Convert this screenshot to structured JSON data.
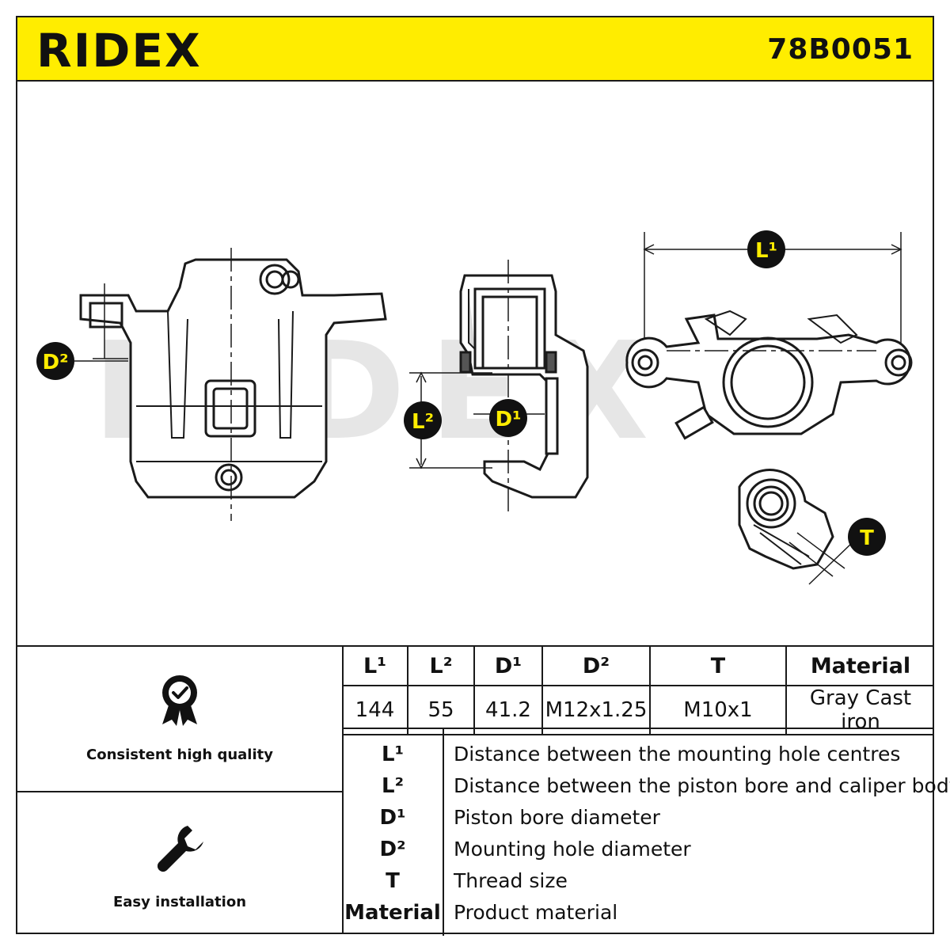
{
  "header": {
    "brand": "RIDEX",
    "part_number": "78B0051"
  },
  "colors": {
    "accent": "#ffed00",
    "line": "#1a1a1a",
    "watermark": "#e6e6e6"
  },
  "drawing": {
    "watermark": "RIDEX",
    "callouts": {
      "l1": "L¹",
      "l2": "L²",
      "d1": "D¹",
      "d2": "D²",
      "t": "T"
    }
  },
  "features": [
    {
      "label": "Consistent high quality",
      "icon": "quality-badge-icon"
    },
    {
      "label": "Easy installation",
      "icon": "wrench-icon"
    }
  ],
  "spec_table": {
    "headers": [
      "L¹",
      "L²",
      "D¹",
      "D²",
      "T",
      "Material"
    ],
    "values": [
      "144",
      "55",
      "41.2",
      "M12x1.25",
      "M10x1",
      "Gray Cast iron"
    ]
  },
  "legend": [
    {
      "symbol": "L¹",
      "description": "Distance between the mounting hole centres"
    },
    {
      "symbol": "L²",
      "description": "Distance between the piston bore and caliper body"
    },
    {
      "symbol": "D¹",
      "description": "Piston bore diameter"
    },
    {
      "symbol": "D²",
      "description": "Mounting hole diameter"
    },
    {
      "symbol": "T",
      "description": "Thread size"
    },
    {
      "symbol": "Material",
      "description": "Product material"
    }
  ]
}
